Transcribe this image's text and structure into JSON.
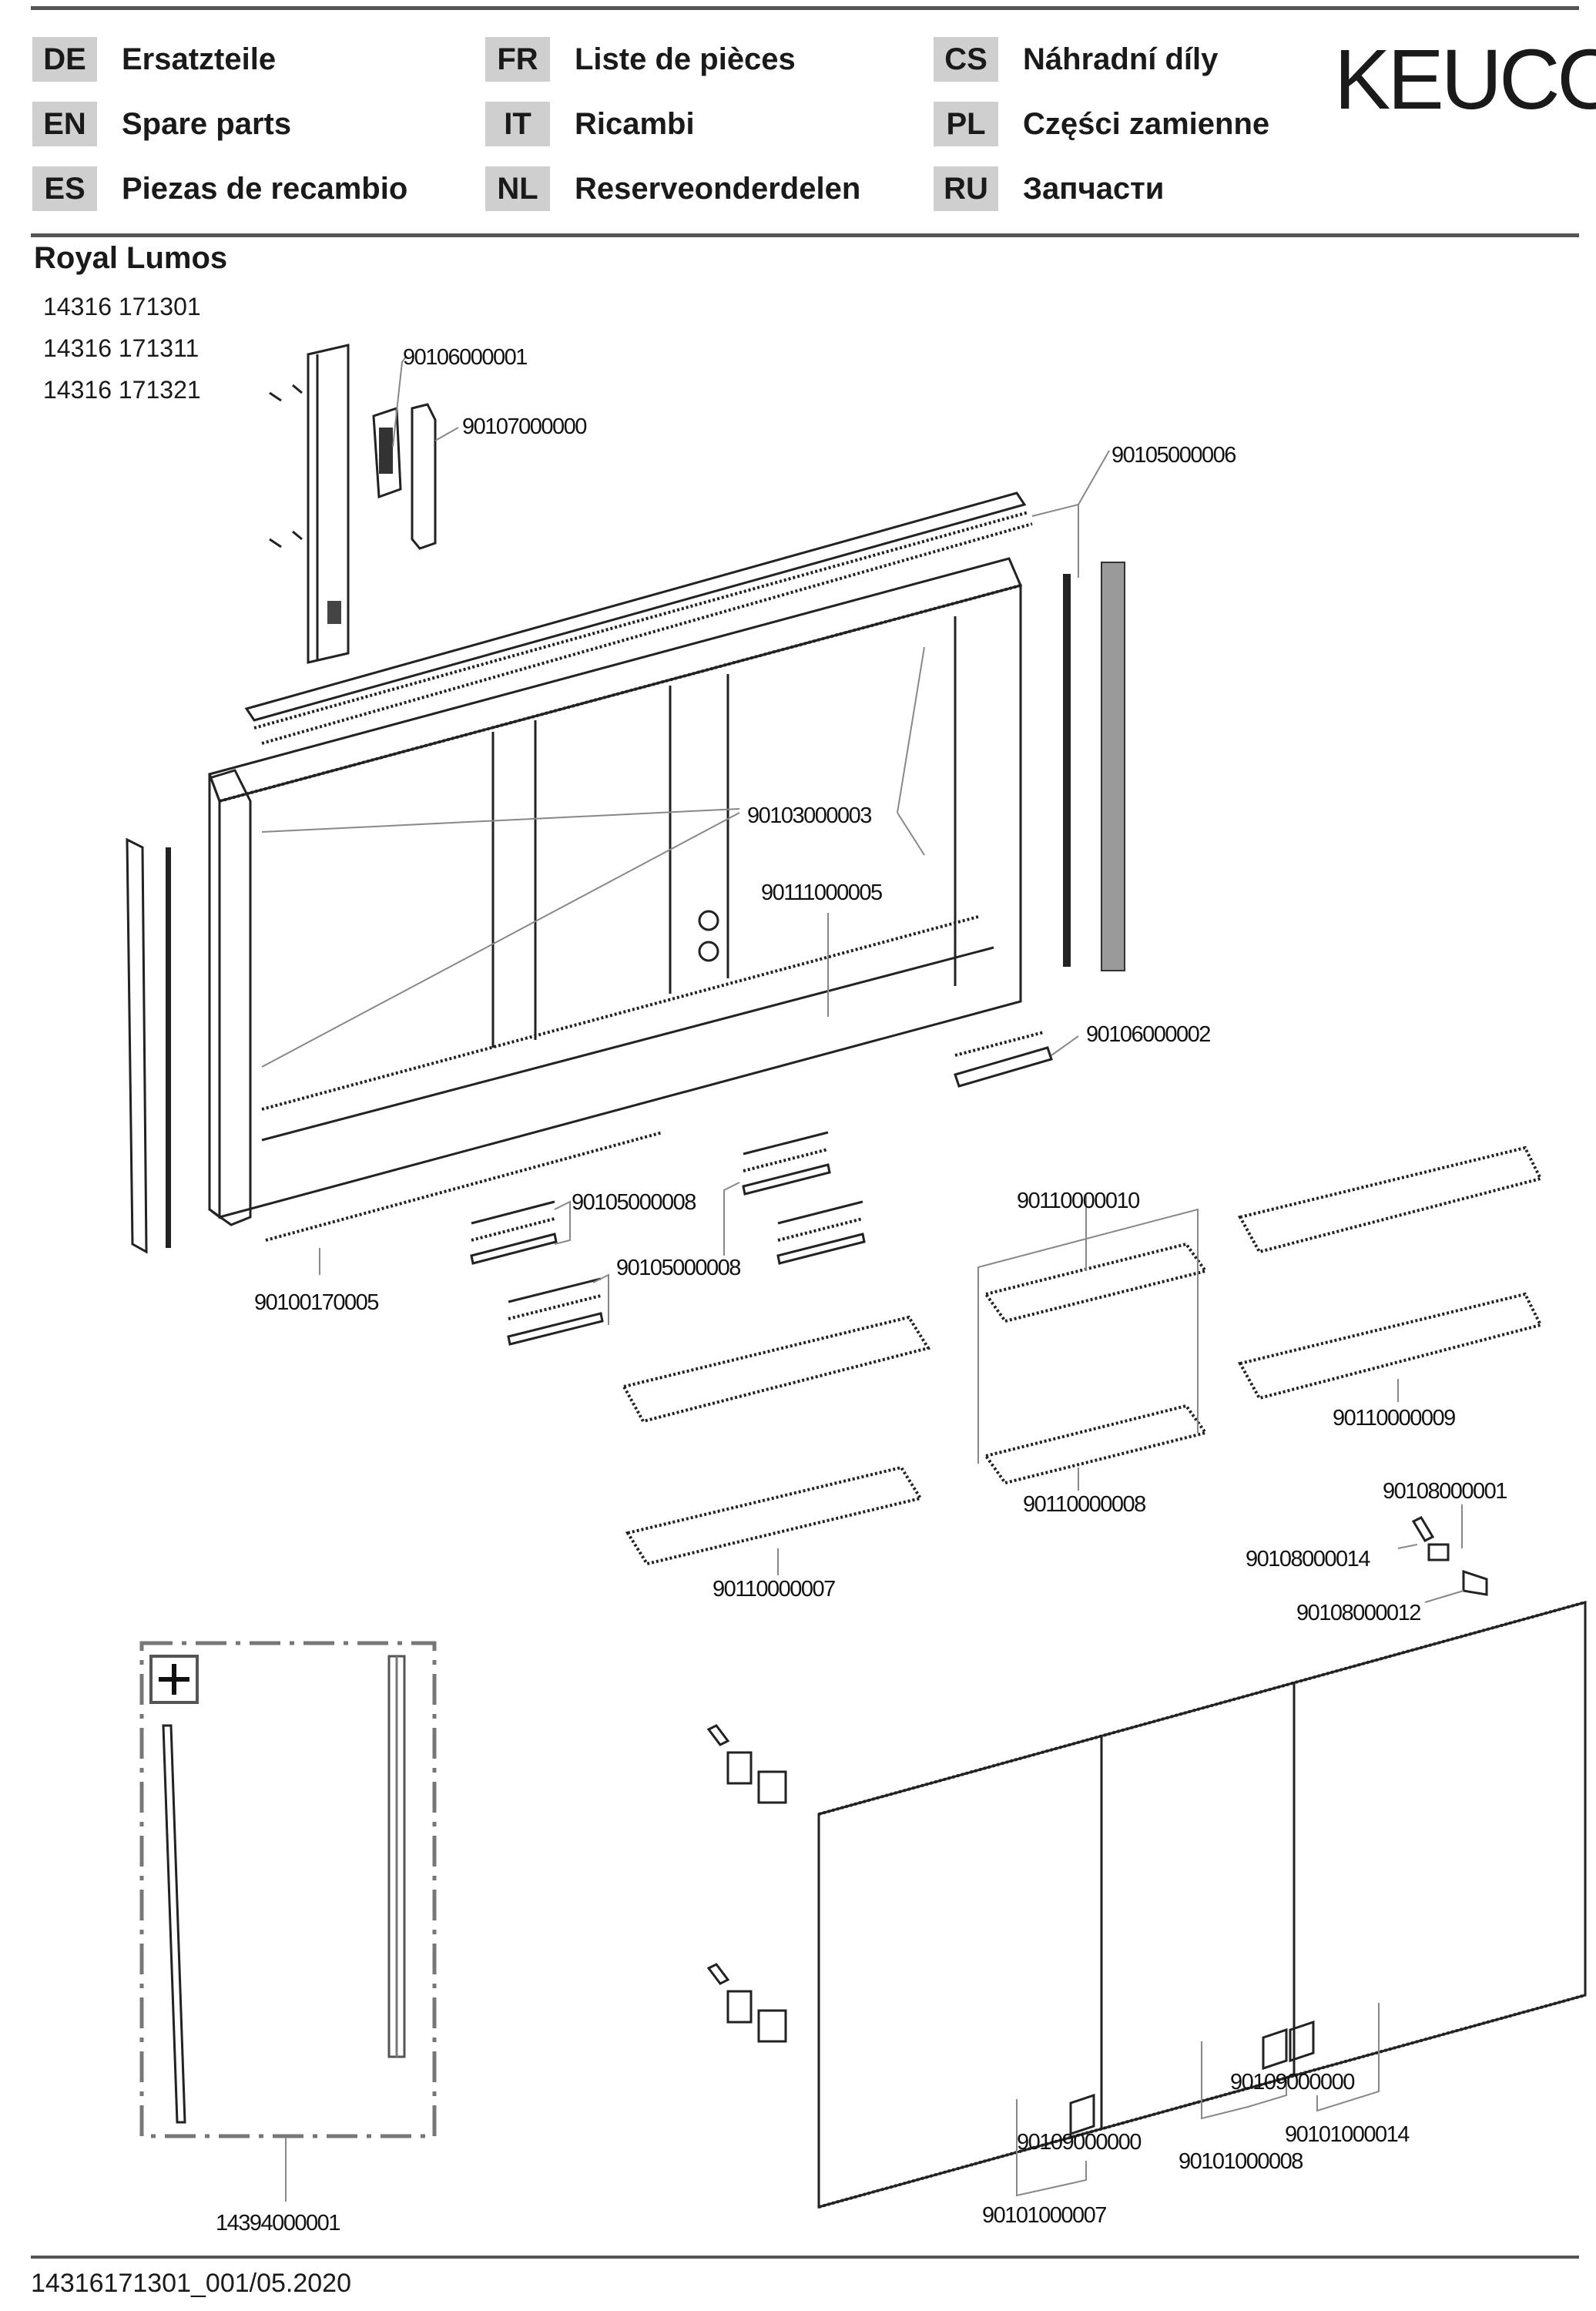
{
  "header": {
    "languages": [
      {
        "code": "DE",
        "label": "Ersatzteile"
      },
      {
        "code": "EN",
        "label": "Spare parts"
      },
      {
        "code": "ES",
        "label": "Piezas de recambio"
      },
      {
        "code": "FR",
        "label": "Liste de pièces"
      },
      {
        "code": "IT",
        "label": "Ricambi"
      },
      {
        "code": "NL",
        "label": "Reserveonderdelen"
      },
      {
        "code": "CS",
        "label": "Náhradní díly"
      },
      {
        "code": "PL",
        "label": "Części zamienne"
      },
      {
        "code": "RU",
        "label": "Запчасти"
      }
    ],
    "brand": "KEUCO"
  },
  "product": {
    "name": "Royal Lumos",
    "article_numbers": [
      "14316 171301",
      "14316 171311",
      "14316 171321"
    ]
  },
  "parts": {
    "control_unit": "90106000001",
    "cover_strip": "90107000000",
    "side_profile_right": "90105000006",
    "glass_shelf_clips": "90103000003",
    "inner_light_panel": "90111000005",
    "socket_strip": "90106000002",
    "profile_set_a": "90105000008",
    "profile_set_b": "90105000008",
    "bottom_profile": "90100170005",
    "shelf_set_small": "90110000010",
    "shelf_right_top": "90110000009",
    "shelf_small_lower": "90110000008",
    "shelf_long": "90110000007",
    "hinge": "90108000001",
    "hinge_cover": "90108000014",
    "hinge_plate": "90108000012",
    "kit_accessory": "14394000001",
    "door_handle_left": "90109000000",
    "door_handle_right": "90109000000",
    "door_left": "90101000007",
    "door_middle": "90101000008",
    "door_right": "90101000014"
  },
  "accessory_box": {
    "icon": "plus-icon"
  },
  "footer": {
    "document_code": "14316171301_001/05.2020"
  }
}
